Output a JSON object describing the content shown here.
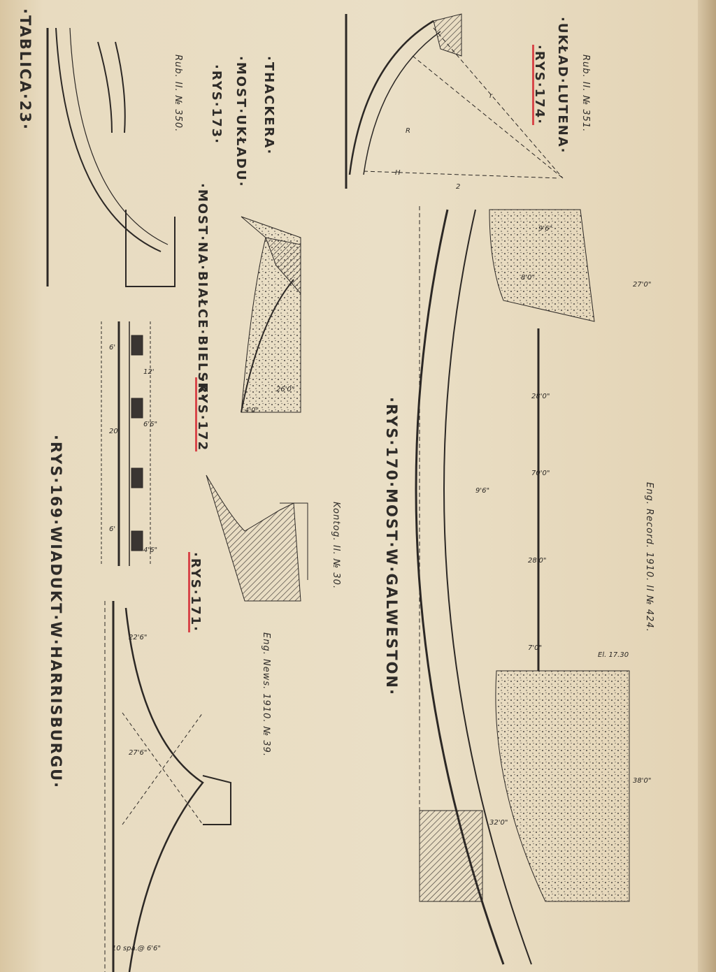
{
  "plate": {
    "title": "·TABLICA·23·"
  },
  "figures": {
    "rys169": {
      "title": "·RYS·169·WIADUKT·W·HARRISBURGU·",
      "source": "Eng. News. 1910. № 39."
    },
    "rys170": {
      "title": "·RYS·170·MOST·W·GALWESTON·",
      "source": "Eng. Record. 1910. II № 424."
    },
    "rys171": {
      "label": "·RYS·171·",
      "source": "Kontog. II. № 30."
    },
    "rys172": {
      "label": "·RYS·172",
      "caption": "·MOST·NA·BIAŁCE·BIELSK·"
    },
    "rys173": {
      "label": "·RYS·173·",
      "line1": "·MOST·UKŁADU·",
      "line2": "·THACKERA·",
      "source": "Rub. II. № 350."
    },
    "rys174": {
      "label": "·RYS·174·",
      "caption": "·UKŁAD·LUTENA·",
      "source": "Rub. II. № 351."
    }
  },
  "dimensions": {
    "rys169": [
      "22'6\"",
      "27'6\"",
      "10 spa.@ 6'6\"",
      "6'",
      "20'",
      "12'",
      "6'6\"",
      "4'6\"",
      "6'"
    ],
    "rys170": [
      "27'0\"",
      "9'6\"",
      "8'0\"",
      "28'0\"",
      "70'0\"",
      "9'6\"",
      "28'0\"",
      "7'0\"",
      "El. 17.30",
      "38'0\"",
      "32'0\""
    ],
    "rys172": [
      "4'0\"",
      "26'0\""
    ],
    "rys174": [
      "H",
      "R",
      "r",
      "2"
    ]
  }
}
